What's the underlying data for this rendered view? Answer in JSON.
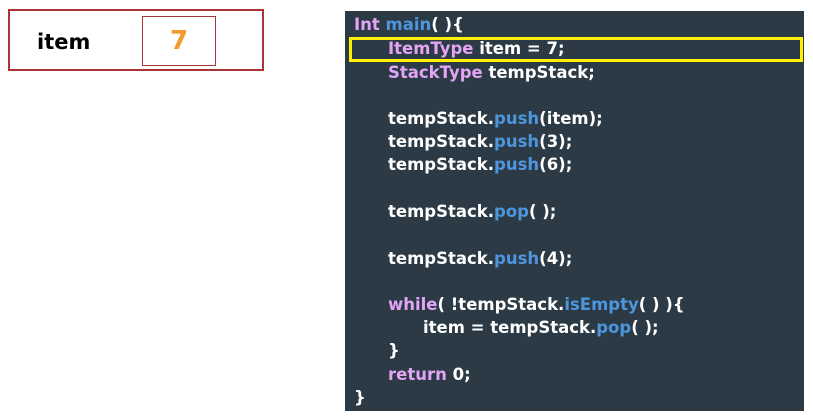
{
  "variable": {
    "name": "item",
    "value": "7"
  },
  "colors": {
    "box_border": "#a8343a",
    "value_text": "#f19a2e",
    "code_background": "#2b3a44",
    "keyword": "#e3a4f5",
    "method": "#4d96de",
    "highlight": "#ffef00"
  },
  "code": {
    "line1": {
      "kw": "Int",
      "fn": "main",
      "rest": "( ){"
    },
    "line2": {
      "kw": "ItemType",
      "rest": "item = 7;"
    },
    "line3": {
      "kw": "StackType",
      "rest": "tempStack;"
    },
    "line4": {
      "obj": "tempStack.",
      "fn": "push",
      "rest": "(item);"
    },
    "line5": {
      "obj": "tempStack.",
      "fn": "push",
      "rest": "(3);"
    },
    "line6": {
      "obj": "tempStack.",
      "fn": "push",
      "rest": "(6);"
    },
    "line7": {
      "obj": "tempStack.",
      "fn": "pop",
      "rest": "( );"
    },
    "line8": {
      "obj": "tempStack.",
      "fn": "push",
      "rest": "(4);"
    },
    "line9": {
      "kw": "while",
      "pre": "( !tempStack.",
      "fn": "isEmpty",
      "rest": "( ) ){"
    },
    "line10": {
      "pre": "item = tempStack.",
      "fn": "pop",
      "rest": "( );"
    },
    "line11": {
      "text": "}"
    },
    "line12": {
      "kw": "return",
      "rest": "0;"
    },
    "line13": {
      "text": "}"
    }
  },
  "highlighted_line": 2
}
